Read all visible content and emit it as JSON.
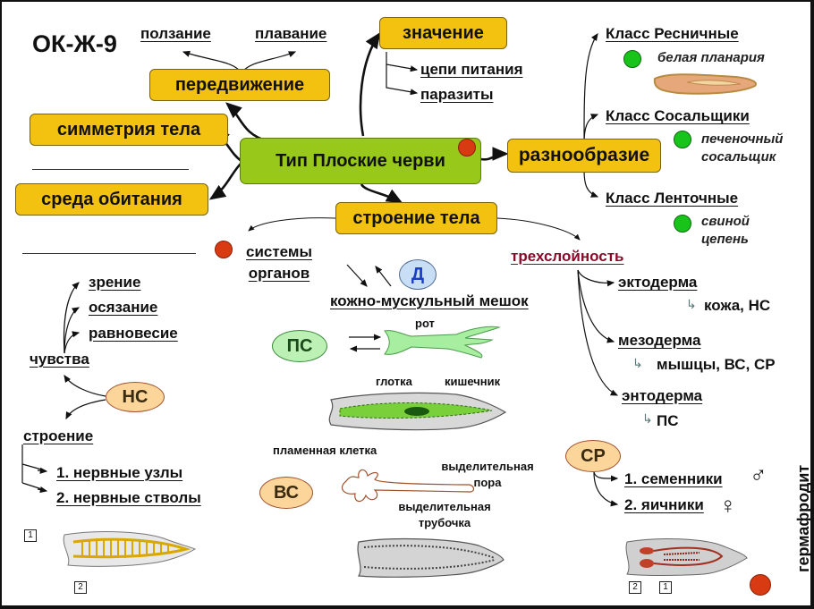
{
  "code": "ОК-Ж-9",
  "center": {
    "label": "Тип Плоские черви"
  },
  "nodes": {
    "movement": {
      "label": "передвижение",
      "children": [
        "ползание",
        "плавание"
      ]
    },
    "significance": {
      "label": "значение",
      "children": [
        "цепи питания",
        "паразиты"
      ]
    },
    "symmetry": {
      "label": "симметрия тела"
    },
    "habitat": {
      "label": "среда обитания"
    },
    "diversity": {
      "label": "разнообразие"
    },
    "structure": {
      "label": "строение тела"
    }
  },
  "classes": [
    {
      "name": "Класс Ресничные",
      "example": "белая планария"
    },
    {
      "name": "Класс Сосальщики",
      "example": "печеночный сосальщик"
    },
    {
      "name": "Класс Ленточные",
      "example": "свиной цепень"
    }
  ],
  "organ_systems": {
    "label": "системы органов"
  },
  "skin_muscle": {
    "label": "кожно-мускульный мешок",
    "badge": "Д"
  },
  "three_layers": {
    "label": "трехслойность",
    "layers": [
      {
        "name": "эктодерма",
        "gives": "кожа, НС"
      },
      {
        "name": "мезодерма",
        "gives": "мышцы, ВС, СР"
      },
      {
        "name": "энтодерма",
        "gives": "ПС"
      }
    ]
  },
  "digestive": {
    "badge": "ПС",
    "labels": {
      "mouth": "рот",
      "pharynx": "глотка",
      "intestine": "кишечник"
    }
  },
  "excretory": {
    "badge": "ВС",
    "labels": {
      "flame_cell": "пламенная клетка",
      "pore": "выделительная пора",
      "tubule": "выделительная трубочка"
    }
  },
  "reproductive": {
    "badge": "СР",
    "items": [
      "1. семенники",
      "2. яичники"
    ],
    "male_symbol": "♂",
    "female_symbol": "♀",
    "hermaphrodite": "гермафродит",
    "figure_labels": [
      "2",
      "1"
    ]
  },
  "nervous": {
    "badge": "НС",
    "senses_label": "чувства",
    "senses": [
      "зрение",
      "осязание",
      "равновесие"
    ],
    "structure_label": "строение",
    "structure": [
      "1. нервные узлы",
      "2. нервные стволы"
    ],
    "figure_labels": [
      "1",
      "2"
    ]
  },
  "colors": {
    "yellow_box": "#f3c10f",
    "green_box": "#98c91a",
    "red_dot": "#d83a12",
    "green_dot": "#18c41a",
    "layers_label": "#8b0a2a"
  }
}
